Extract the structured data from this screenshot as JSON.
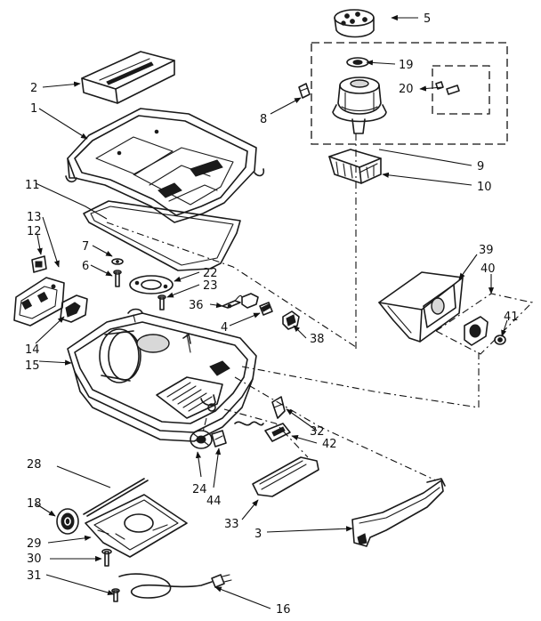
{
  "colors": {
    "ink": "#1a1a1a",
    "paper": "#ffffff"
  },
  "callouts": {
    "c1": "1",
    "c2": "2",
    "c3": "3",
    "c4": "4",
    "c5": "5",
    "c6": "6",
    "c7": "7",
    "c8": "8",
    "c9": "9",
    "c10": "10",
    "c11": "11",
    "c12": "12",
    "c13": "13",
    "c14": "14",
    "c15": "15",
    "c16": "16",
    "c18": "18",
    "c19": "19",
    "c20": "20",
    "c22": "22",
    "c23": "23",
    "c24": "24",
    "c28": "28",
    "c29": "29",
    "c30": "30",
    "c31": "31",
    "c32": "32",
    "c33": "33",
    "c36": "36",
    "c38": "38",
    "c39": "39",
    "c40": "40",
    "c41": "41",
    "c42": "42",
    "c44": "44"
  }
}
